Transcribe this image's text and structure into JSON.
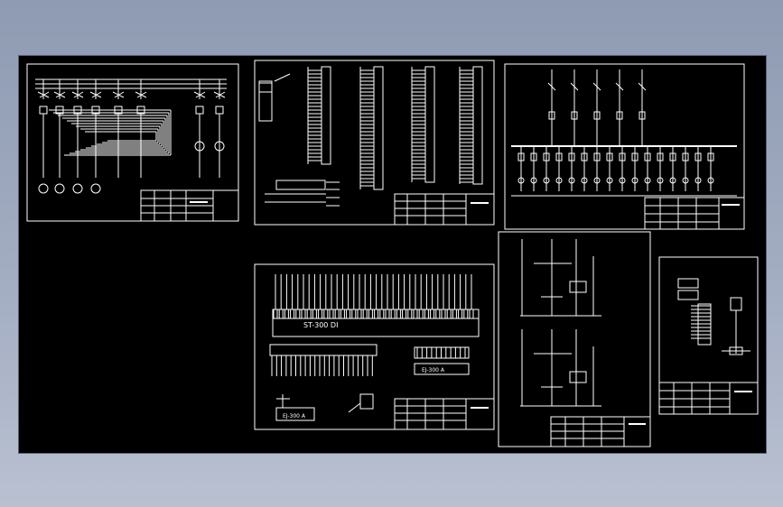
{
  "viewer": {
    "background_colors": [
      "#8e9bb2",
      "#b9c1d1"
    ],
    "canvas_color": "#000000",
    "line_color": "#ffffff"
  },
  "sheets": {
    "plc_inputs": {
      "module_label": "ST-300 DI"
    },
    "plc_outputs": {
      "module_label": "EJ-300 A"
    },
    "plc_analog": {
      "module_label": "EJ-300 A"
    }
  }
}
